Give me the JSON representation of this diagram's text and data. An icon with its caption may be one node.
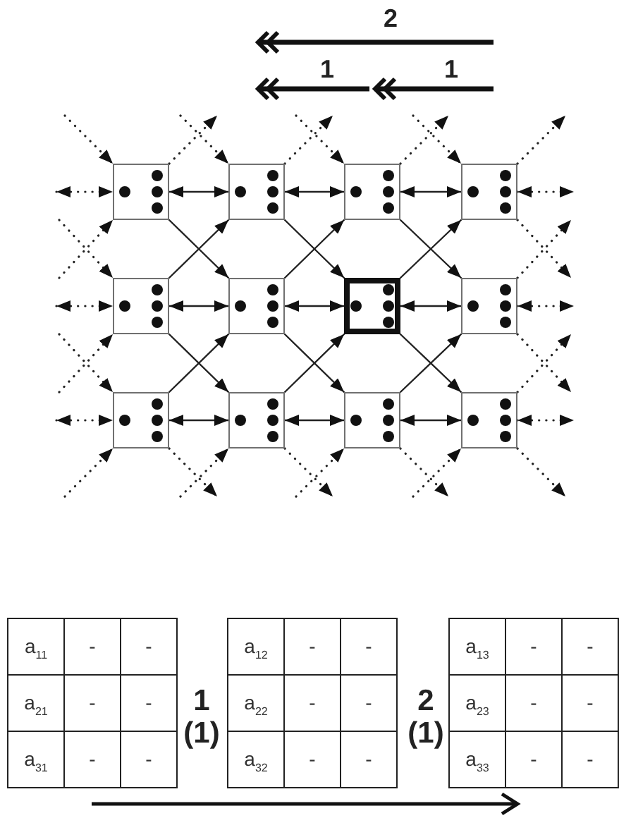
{
  "diagram": {
    "nodes": [
      {
        "text": [],
        "shape": "box"
      },
      {
        "text": [],
        "shape": "box"
      },
      {
        "text": [],
        "shape": "box"
      },
      {
        "text": [],
        "shape": "box"
      },
      {
        "text": [],
        "shape": "box"
      },
      {
        "text": [],
        "shape": "box"
      },
      {
        "text": [],
        "shape": "box"
      },
      {
        "text": [],
        "shape": "box"
      },
      {
        "text": [],
        "shape": "box"
      },
      {
        "text": [],
        "shape": "box"
      },
      {
        "text": [],
        "shape": "box"
      },
      {
        "text": [],
        "shape": "box"
      },
      {
        "text": [
          "a$_{11}$",
          "-",
          "-",
          "a$_{21}$",
          "-",
          "-",
          "a$_{31}$",
          "-",
          "-"
        ]
      },
      {
        "text": [
          "a$_{12}$",
          "-",
          "-",
          "a$_{22}$",
          "-",
          "-",
          "a$_{32}$",
          "-",
          "-"
        ]
      },
      {
        "text": [
          "a$_{13}$",
          "-",
          "-",
          "a$_{23}$",
          "-",
          "-",
          "a$_{33}$",
          "-",
          "-"
        ]
      }
    ],
    "edges": [
      {
        "from": 0,
        "to": 1,
        "arrow": "both"
      },
      {
        "from": 1,
        "to": 2,
        "arrow": "both"
      },
      {
        "from": 2,
        "to": 3,
        "arrow": "both"
      },
      {
        "from": 4,
        "to": 5,
        "arrow": "both"
      },
      {
        "from": 5,
        "to": 6,
        "arrow": "both"
      },
      {
        "from": 6,
        "to": 7,
        "arrow": "both"
      },
      {
        "from": 8,
        "to": 9,
        "arrow": "both"
      },
      {
        "from": 9,
        "to": 10,
        "arrow": "both"
      },
      {
        "from": 10,
        "to": 11,
        "arrow": "both"
      },
      {
        "from": 0,
        "to": 5,
        "arrow": "to"
      },
      {
        "from": 4,
        "to": 1,
        "arrow": "to"
      },
      {
        "from": 1,
        "to": 6,
        "arrow": "to"
      },
      {
        "from": 5,
        "to": 2,
        "arrow": "to"
      },
      {
        "from": 2,
        "to": 7,
        "arrow": "to"
      },
      {
        "from": 6,
        "to": 3,
        "arrow": "to"
      },
      {
        "from": 4,
        "to": 9,
        "arrow": "to"
      },
      {
        "from": 8,
        "to": 5,
        "arrow": "to"
      },
      {
        "from": 5,
        "to": 10,
        "arrow": "to"
      },
      {
        "from": 9,
        "to": 6,
        "arrow": "to"
      },
      {
        "from": 6,
        "to": 11,
        "arrow": "to"
      },
      {
        "from": 10,
        "to": 7,
        "arrow": "to"
      },
      {
        "from": null,
        "to": 0,
        "arrow": "both",
        "style": "dashed"
      },
      {
        "from": 3,
        "to": null,
        "arrow": "both",
        "style": "dashed"
      },
      {
        "from": null,
        "to": 4,
        "arrow": "both",
        "style": "dashed"
      },
      {
        "from": 7,
        "to": null,
        "arrow": "both",
        "style": "dashed"
      },
      {
        "from": null,
        "to": 8,
        "arrow": "both",
        "style": "dashed"
      },
      {
        "from": 11,
        "to": null,
        "arrow": "both",
        "style": "dashed"
      },
      {
        "from": null,
        "to": 0,
        "arrow": "to",
        "style": "dashed"
      },
      {
        "from": 0,
        "to": null,
        "arrow": "to",
        "style": "dashed"
      },
      {
        "from": null,
        "to": 1,
        "arrow": "to",
        "style": "dashed"
      },
      {
        "from": 1,
        "to": null,
        "arrow": "to",
        "style": "dashed"
      },
      {
        "from": null,
        "to": 2,
        "arrow": "to",
        "style": "dashed"
      },
      {
        "from": 2,
        "to": null,
        "arrow": "to",
        "style": "dashed"
      },
      {
        "from": null,
        "to": 3,
        "arrow": "to",
        "style": "dashed"
      },
      {
        "from": 3,
        "to": null,
        "arrow": "to",
        "style": "dashed"
      },
      {
        "from": null,
        "to": 8,
        "arrow": "to",
        "style": "dashed"
      },
      {
        "from": 8,
        "to": null,
        "arrow": "to",
        "style": "dashed"
      },
      {
        "from": null,
        "to": 9,
        "arrow": "to",
        "style": "dashed"
      },
      {
        "from": 9,
        "to": null,
        "arrow": "to",
        "style": "dashed"
      },
      {
        "from": null,
        "to": 10,
        "arrow": "to",
        "style": "dashed"
      },
      {
        "from": 10,
        "to": null,
        "arrow": "to",
        "style": "dashed"
      },
      {
        "from": null,
        "to": 11,
        "arrow": "to",
        "style": "dashed"
      },
      {
        "from": 11,
        "to": null,
        "arrow": "to",
        "style": "dashed"
      },
      {
        "from": null,
        "to": 0,
        "arrow": "to",
        "style": "dashed"
      },
      {
        "from": null,
        "to": 4,
        "arrow": "to",
        "style": "dashed"
      },
      {
        "from": null,
        "to": 4,
        "arrow": "to",
        "style": "dashed"
      },
      {
        "from": null,
        "to": 8,
        "arrow": "to",
        "style": "dashed"
      },
      {
        "from": 3,
        "to": null,
        "arrow": "to",
        "style": "dashed"
      },
      {
        "from": 7,
        "to": null,
        "arrow": "to",
        "style": "dashed"
      },
      {
        "from": 7,
        "to": null,
        "arrow": "to",
        "style": "dashed"
      },
      {
        "from": 11,
        "to": null,
        "arrow": "to",
        "style": "dashed"
      }
    ],
    "labels": [
      "2",
      "1",
      "1",
      "1",
      "(1)",
      "2",
      "(1)"
    ]
  }
}
